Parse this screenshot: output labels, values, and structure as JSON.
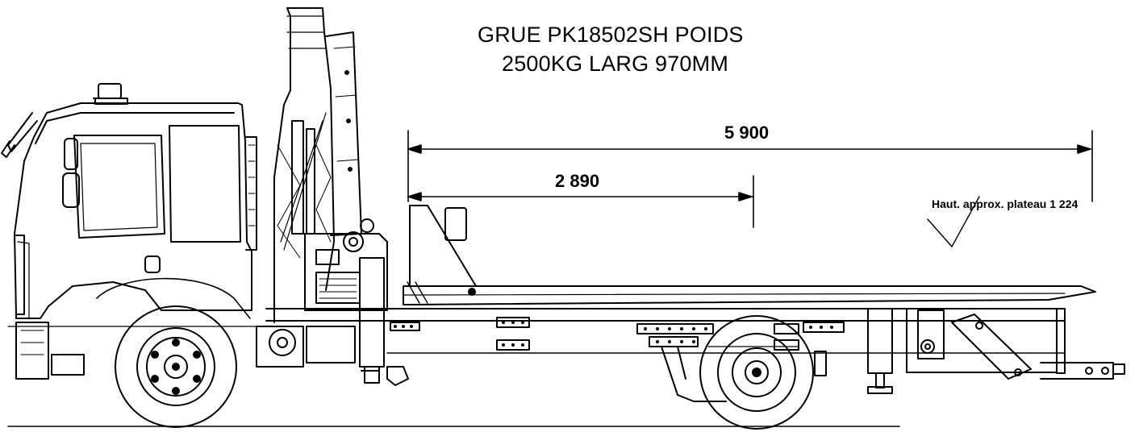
{
  "title": {
    "line1": "GRUE PK18502SH POIDS",
    "line2": "2500KG LARG 970MM"
  },
  "dimensions": {
    "overall_length": "5 900",
    "crane_to_mark": "2 890",
    "platform_height": "Haut. approx. plateau 1 224"
  },
  "colors": {
    "ink": "#000000",
    "background": "#ffffff"
  }
}
